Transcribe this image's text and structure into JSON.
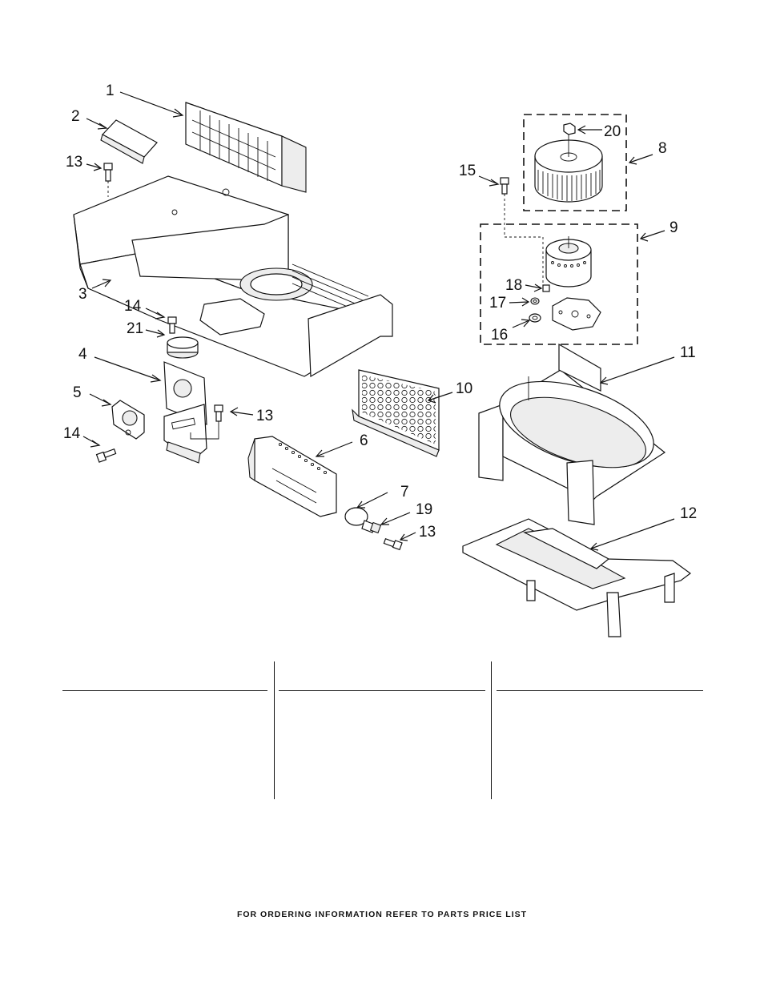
{
  "callouts": {
    "c1": "1",
    "c2": "2",
    "c3": "3",
    "c4": "4",
    "c5": "5",
    "c6": "6",
    "c7": "7",
    "c8": "8",
    "c9": "9",
    "c10": "10",
    "c11": "11",
    "c12": "12",
    "c13a": "13",
    "c13b": "13",
    "c13c": "13",
    "c14a": "14",
    "c14b": "14",
    "c15": "15",
    "c16": "16",
    "c17": "17",
    "c18": "18",
    "c19": "19",
    "c20": "20",
    "c21": "21"
  },
  "footer": {
    "text": "FOR ORDERING INFORMATION REFER TO PARTS PRICE LIST"
  }
}
